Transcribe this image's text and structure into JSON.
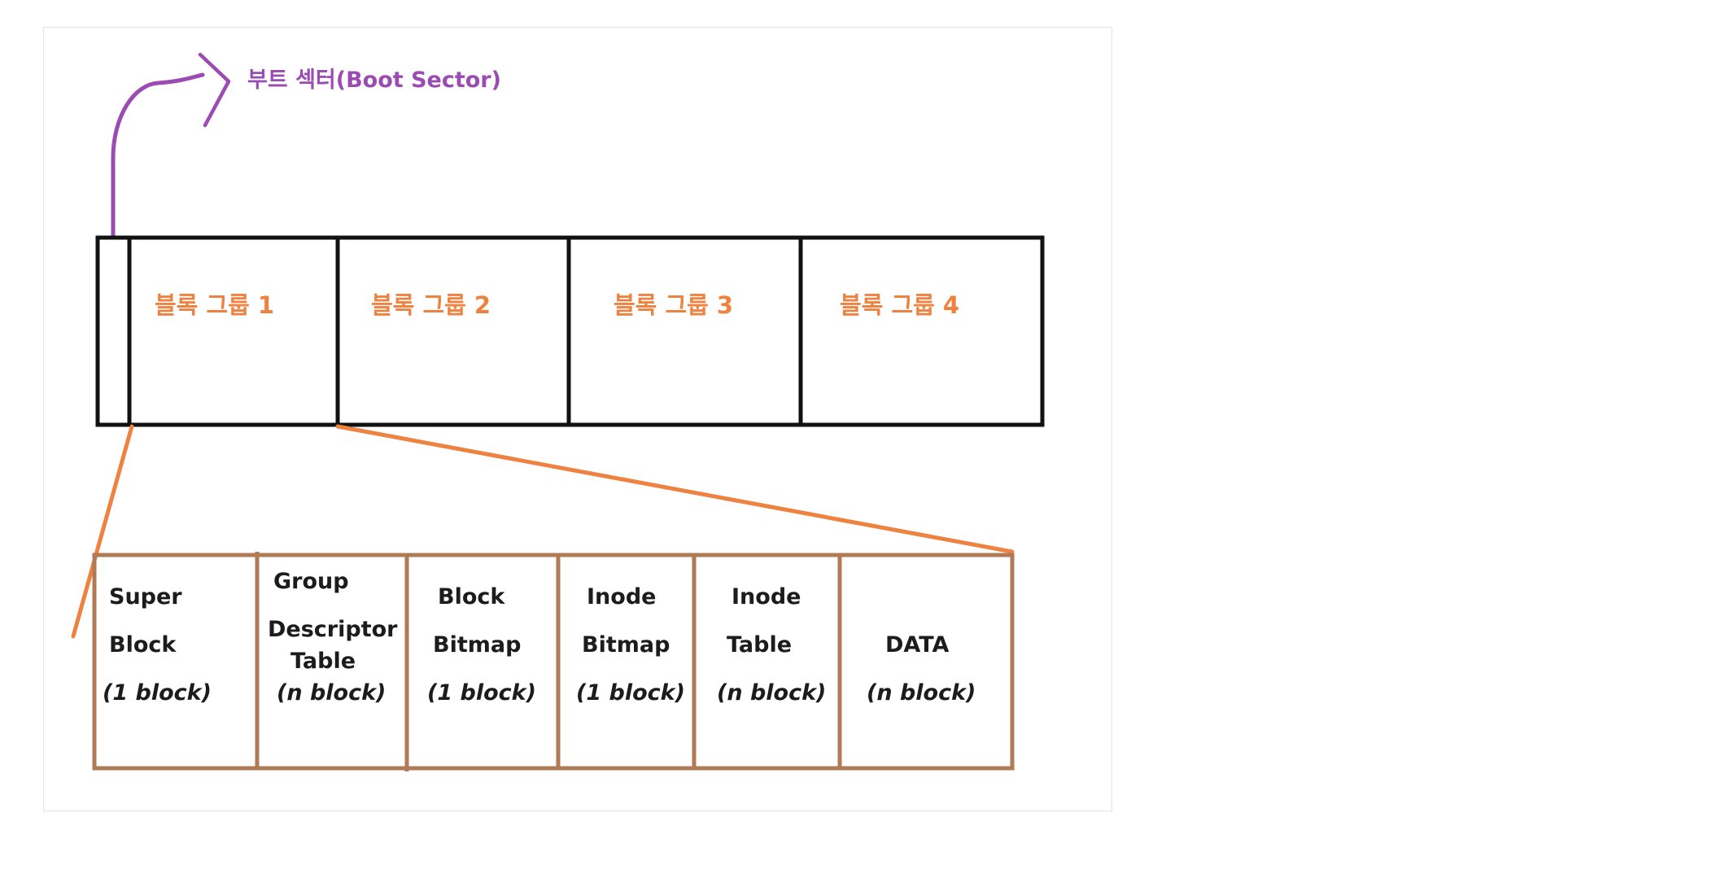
{
  "boot_sector": {
    "label": "부트 섹터(Boot Sector)"
  },
  "block_groups": [
    {
      "label": "블록 그룹 1"
    },
    {
      "label": "블록 그룹 2"
    },
    {
      "label": "블록 그룹 3"
    },
    {
      "label": "블록 그룹 4"
    }
  ],
  "group_detail": [
    {
      "lines": [
        "Super",
        "Block"
      ],
      "size": "(1 block)"
    },
    {
      "lines": [
        "Group",
        "Descriptor",
        "Table"
      ],
      "size": "(n block)"
    },
    {
      "lines": [
        "Block",
        "Bitmap"
      ],
      "size": "(1 block)"
    },
    {
      "lines": [
        "Inode",
        "Bitmap"
      ],
      "size": "(1 block)"
    },
    {
      "lines": [
        "Inode",
        "Table"
      ],
      "size": "(n block)"
    },
    {
      "lines": [
        "DATA"
      ],
      "size": "(n block)"
    }
  ],
  "colors": {
    "boot_arrow": "#9b4cb2",
    "group_text": "#ee8341",
    "zoom_lines": "#ee8341",
    "detail_border": "#b07a55",
    "outline": "#111111",
    "text": "#1c1c1c"
  }
}
